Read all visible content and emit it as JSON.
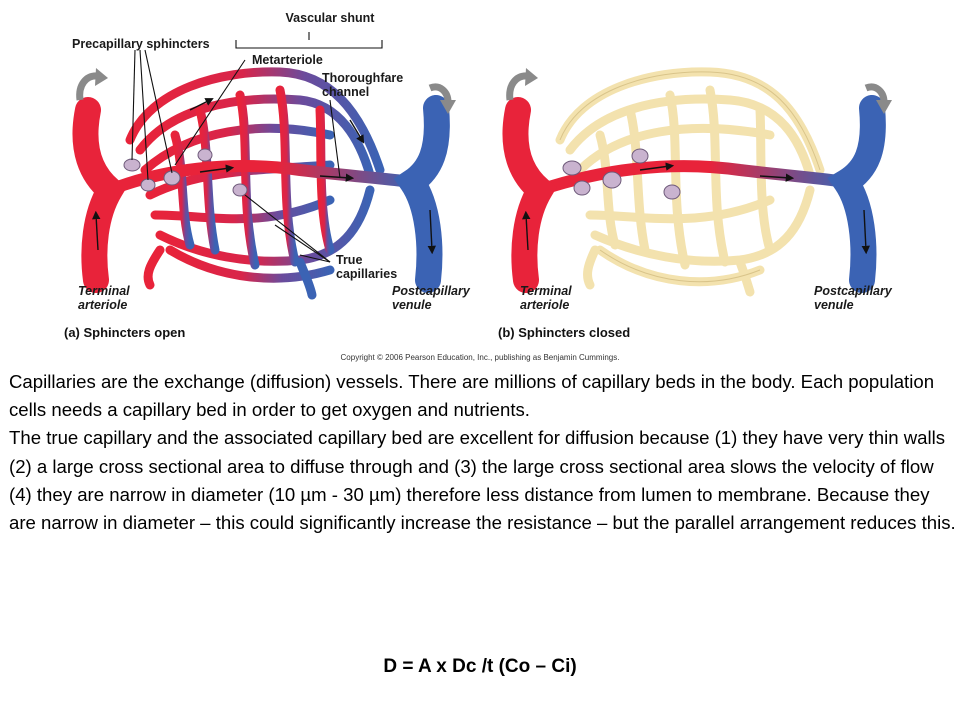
{
  "figure": {
    "labels": {
      "vascular_shunt": "Vascular shunt",
      "precapillary_sphincters": "Precapillary sphincters",
      "metarteriole": "Metarteriole",
      "thoroughfare_line1": "Thoroughfare",
      "thoroughfare_line2": "channel",
      "true_line1": "True",
      "true_line2": "capillaries",
      "terminal_line1": "Terminal",
      "terminal_line2": "arteriole",
      "postcap_line1": "Postcapillary",
      "postcap_line2": "venule"
    },
    "panel_a_caption": "(a) Sphincters open",
    "panel_b_caption": "(b) Sphincters closed",
    "copyright": "Copyright © 2006 Pearson Education, Inc., publishing as Benjamin Cummings.",
    "colors": {
      "arterial": "#e8233a",
      "venous": "#3b63b4",
      "closed_bed": "#f5e6b4",
      "sphincter": "#c9b3cf",
      "arrow_gray": "#8a8a8a"
    }
  },
  "text": {
    "para1": "Capillaries are the exchange (diffusion) vessels.  There are millions of capillary beds in the body. Each population cells needs a capillary bed in order to get oxygen and nutrients.",
    "para2": "The true capillary and the associated capillary bed are excellent for diffusion because (1) they have very thin walls (2) a large cross sectional area to diffuse through and (3) the large cross sectional area slows the velocity of flow (4) they are narrow in diameter (10 µm - 30 µm) therefore less distance from lumen to membrane.  Because they are narrow in diameter – this could significantly increase the resistance – but the parallel arrangement reduces this.",
    "equation": "D = A x Dc /t (Co – Ci)"
  }
}
